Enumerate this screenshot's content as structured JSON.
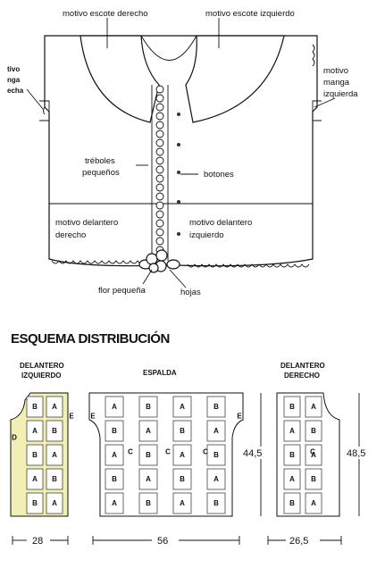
{
  "garment": {
    "labels": {
      "motivo_escote_derecho": "motivo escote derecho",
      "motivo_escote_izquierdo": "motivo escote izquierdo",
      "motivo_manga_larga_derecha_1": "tivo",
      "motivo_manga_larga_derecha_2": "nga",
      "motivo_manga_larga_derecha_3": "echa",
      "motivo_manga_izquierda_1": "motivo",
      "motivo_manga_izquierda_2": "manga",
      "motivo_manga_izquierda_3": "izquierda",
      "treboles_1": "tréboles",
      "treboles_2": "pequeños",
      "botones": "botones",
      "motivo_delantero_derecho_1": "motivo delantero",
      "motivo_delantero_derecho_2": "derecho",
      "motivo_delantero_izquierdo_1": "motivo delantero",
      "motivo_delantero_izquierdo_2": "izquierdo",
      "flor_pequena": "flor pequeña",
      "hojas": "hojas"
    }
  },
  "schema": {
    "title": "ESQUEMA DISTRIBUCIÓN",
    "delantero_izquierdo": {
      "title_1": "DELANTERO",
      "title_2": "IZQUIERDO",
      "width": "28",
      "cells": [
        [
          "B",
          "A"
        ],
        [
          "A",
          "B"
        ],
        [
          "B",
          "A"
        ],
        [
          "A",
          "B"
        ],
        [
          "B",
          "A"
        ]
      ],
      "side_labels": [
        "E",
        "D"
      ]
    },
    "espalda": {
      "title": "ESPALDA",
      "width": "56",
      "height": "44,5",
      "cells": [
        [
          "A",
          "B",
          "A",
          "B"
        ],
        [
          "B",
          "A",
          "B",
          "A"
        ],
        [
          "A",
          "B",
          "A",
          "B"
        ],
        [
          "B",
          "A",
          "B",
          "A"
        ],
        [
          "A",
          "B",
          "A",
          "B"
        ]
      ],
      "side_labels": [
        "E",
        "C",
        "C",
        "C",
        "E"
      ]
    },
    "delantero_derecho": {
      "title_1": "DELANTERO",
      "title_2": "DERECHO",
      "width": "26,5",
      "height": "48,5",
      "cells": [
        [
          "B",
          "A"
        ],
        [
          "A",
          "B"
        ],
        [
          "B",
          "A"
        ],
        [
          "A",
          "B"
        ],
        [
          "B",
          "A"
        ]
      ],
      "side_labels": [
        "C"
      ]
    }
  },
  "colors": {
    "ink": "#111111",
    "highlight": "#f2efb5"
  }
}
